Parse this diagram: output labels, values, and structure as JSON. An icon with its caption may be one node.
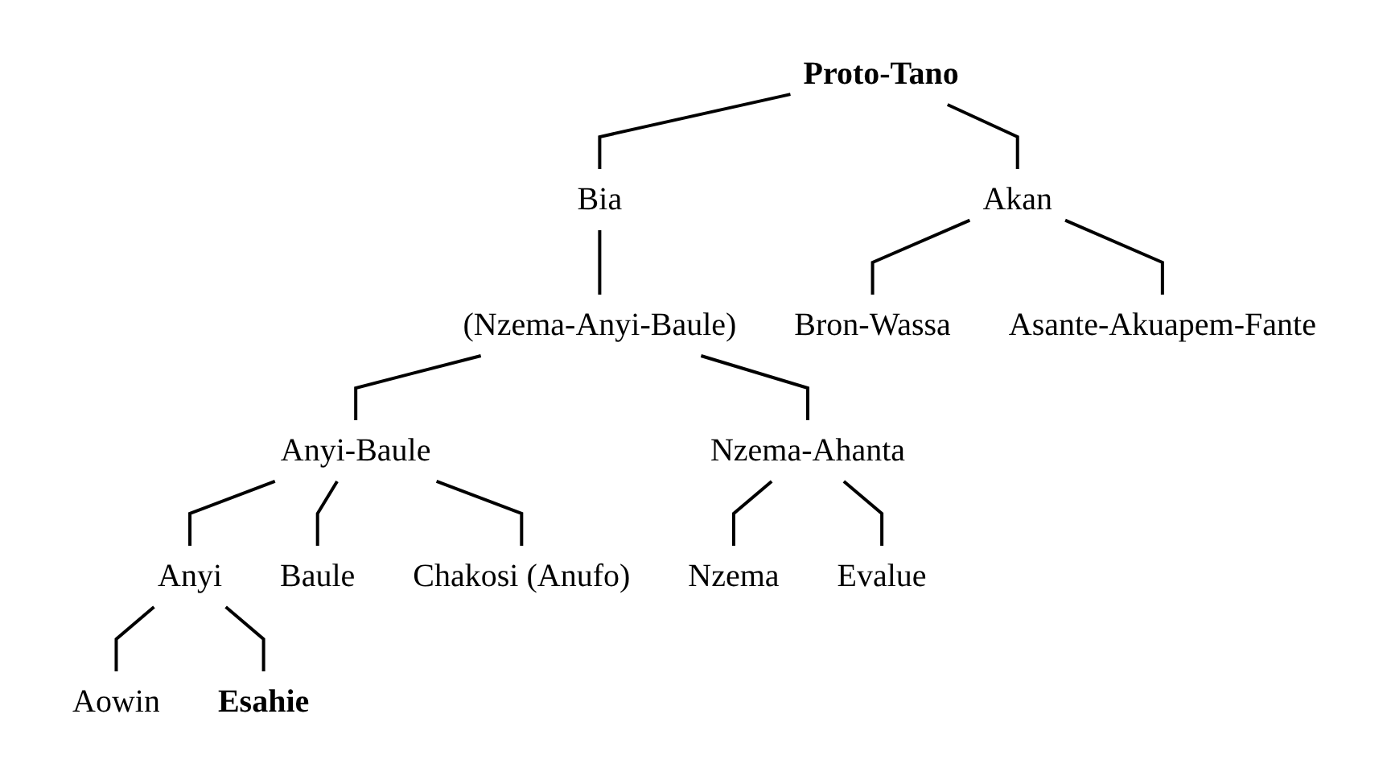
{
  "diagram": {
    "nodes": [
      {
        "text": [
          "Proto-Tano"
        ]
      },
      {
        "text": [
          "Bia"
        ]
      },
      {
        "text": [
          "Akan"
        ]
      },
      {
        "text": [
          "(Nzema-Anyi-Baule)"
        ]
      },
      {
        "text": [
          "Bron-Wassa"
        ]
      },
      {
        "text": [
          "Asante-Akuapem-Fante"
        ]
      },
      {
        "text": [
          "Nzema-Ahanta"
        ]
      },
      {
        "text": [
          "Anyi-Baule"
        ]
      },
      {
        "text": [
          "Anyi"
        ]
      },
      {
        "text": [
          "Baule"
        ]
      },
      {
        "text": [
          "Chakosi (Anufo)"
        ]
      },
      {
        "text": [
          "Nzema"
        ]
      },
      {
        "text": [
          "Evalue"
        ]
      },
      {
        "text": [
          "Aowin"
        ]
      },
      {
        "text": [
          "Esahie"
        ]
      }
    ],
    "edges": [
      {
        "from": 0,
        "to": 1,
        "arrow": "none"
      },
      {
        "from": 0,
        "to": 2,
        "arrow": "none"
      },
      {
        "from": 1,
        "to": 3,
        "arrow": "none"
      },
      {
        "from": 2,
        "to": 4,
        "arrow": "none"
      },
      {
        "from": 2,
        "to": 5,
        "arrow": "none"
      },
      {
        "from": 3,
        "to": 6,
        "arrow": "none"
      },
      {
        "from": 3,
        "to": 7,
        "arrow": "none"
      },
      {
        "from": 6,
        "to": 11,
        "arrow": "none"
      },
      {
        "from": 6,
        "to": 12,
        "arrow": "none"
      },
      {
        "from": 7,
        "to": 8,
        "arrow": "none"
      },
      {
        "from": 7,
        "to": 9,
        "arrow": "none"
      },
      {
        "from": 7,
        "to": 10,
        "arrow": "none"
      },
      {
        "from": 8,
        "to": 13,
        "arrow": "none"
      },
      {
        "from": 8,
        "to": 14,
        "arrow": "none"
      }
    ]
  }
}
